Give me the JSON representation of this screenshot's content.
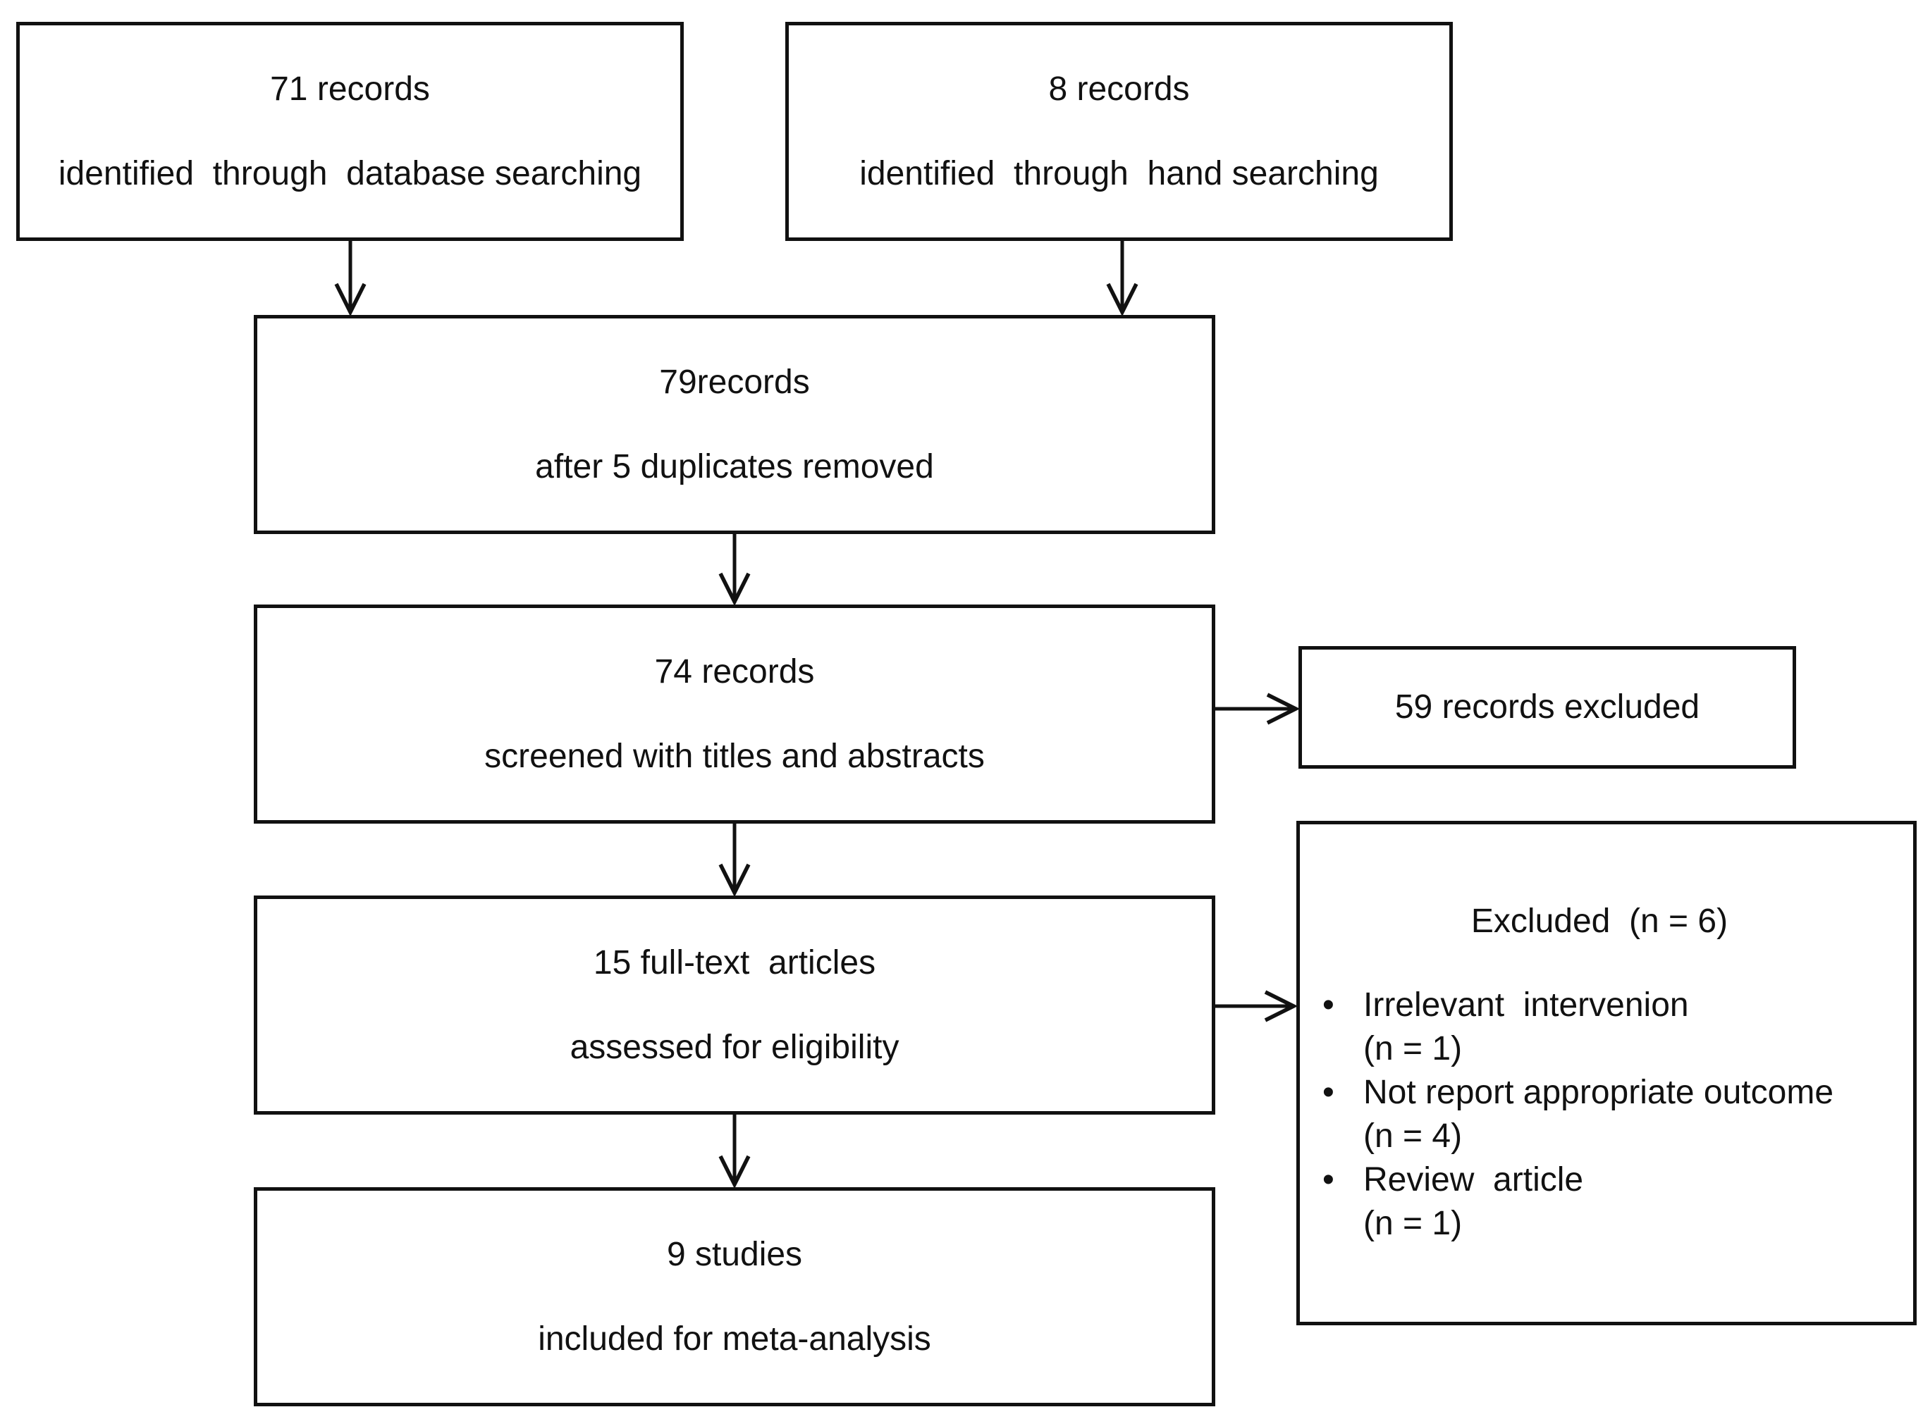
{
  "diagram": {
    "identification": {
      "database": {
        "count": "71 records",
        "description": "identified  through  database searching"
      },
      "hand": {
        "count": "8 records",
        "description": "identified  through  hand searching"
      }
    },
    "dedup": {
      "count": "79records",
      "description": "after 5 duplicates removed"
    },
    "screening": {
      "count": "74 records",
      "description": "screened with titles and abstracts"
    },
    "screen_excluded": {
      "text": "59 records excluded"
    },
    "eligibility": {
      "count": "15 full-text  articles",
      "description": "assessed for eligibility"
    },
    "eligibility_excluded": {
      "title": "Excluded  (n = 6)",
      "items": [
        {
          "reason": "Irrelevant  intervenion",
          "count": "(n = 1)"
        },
        {
          "reason": "Not report appropriate outcome",
          "count": "(n = 4)"
        },
        {
          "reason": "Review  article",
          "count": "(n = 1)"
        }
      ]
    },
    "included": {
      "count": "9 studies",
      "description": "included for meta-analysis"
    },
    "colors": {
      "stroke": "#111111",
      "background": "#ffffff"
    }
  }
}
